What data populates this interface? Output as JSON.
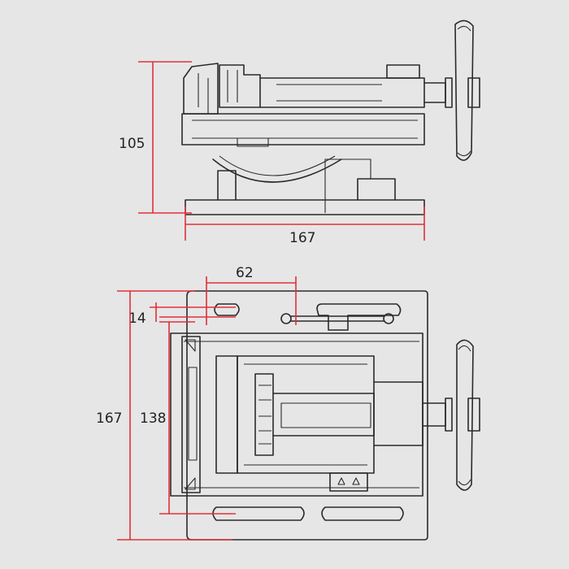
{
  "dimensions": {
    "side_height": "105",
    "side_width": "167",
    "jaw_opening": "62",
    "slot_offset": "14",
    "overall_length": "167",
    "inner_length": "138"
  },
  "colors": {
    "dimension_line": "#e0303a",
    "outline": "#2a2a2a",
    "background": "#e6e6e6"
  }
}
